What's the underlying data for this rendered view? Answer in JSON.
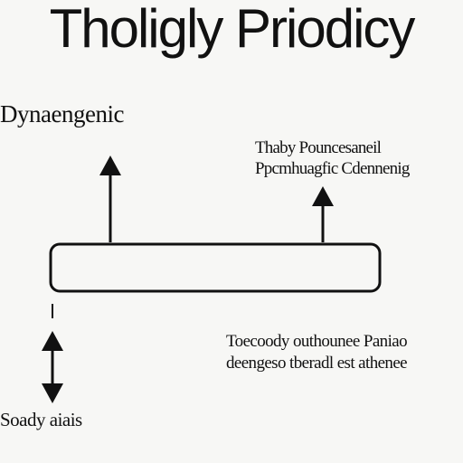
{
  "title": "Tholigly Priodicy",
  "labels": {
    "left_top": "Dynaengenic",
    "right_top": [
      "Thaby Pouncesaneil",
      "Ppcmhuagfic Cdennenig"
    ],
    "right_bottom": [
      "Toecoody outhounee Paniao",
      "deengeso tberadl est athenee"
    ],
    "left_bottom": "Soady aiais"
  },
  "colors": {
    "ink": "#111111",
    "background": "#f7f7f5"
  }
}
